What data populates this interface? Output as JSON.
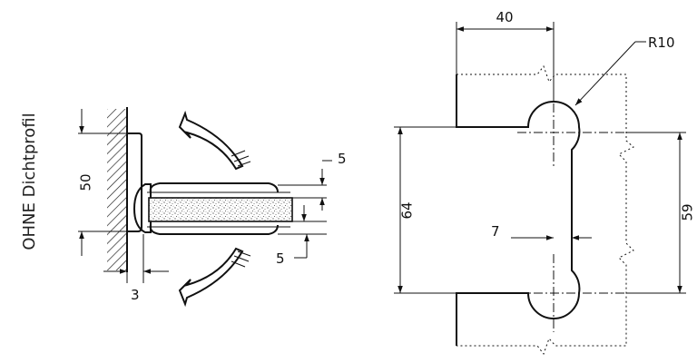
{
  "side_title": "OHNE Dichtprofil",
  "left_view": {
    "dim_height": "50",
    "dim_gap_top": "5",
    "dim_gap_bottom": "5",
    "dim_offset": "3"
  },
  "right_view": {
    "dim_width": "40",
    "dim_radius": "R10",
    "dim_height_outer": "64",
    "dim_height_inner": "59",
    "dim_cutout": "7"
  }
}
